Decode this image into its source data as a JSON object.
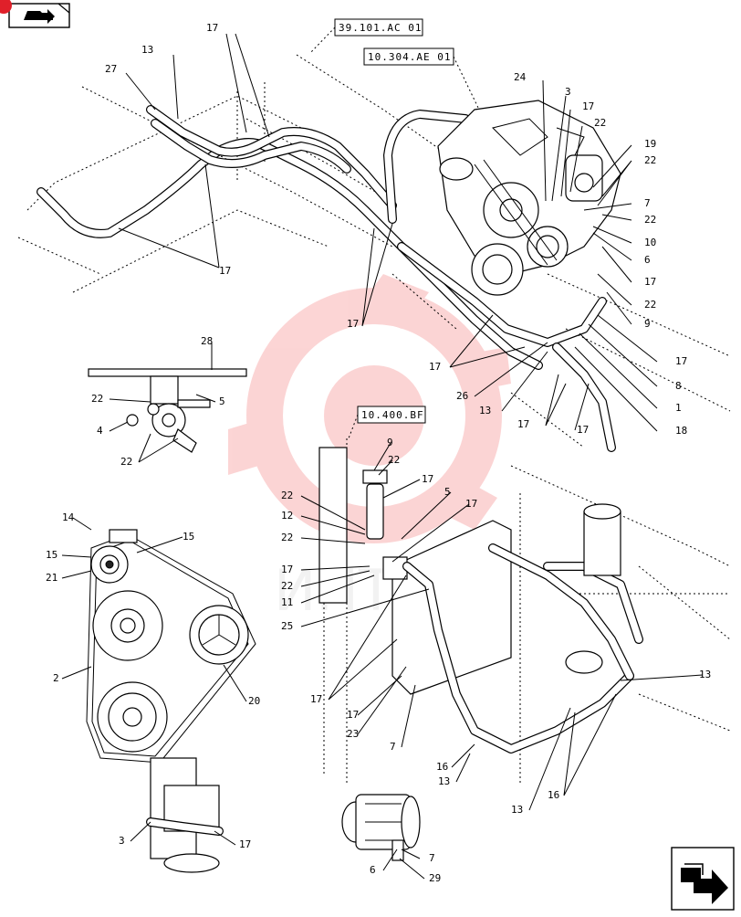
{
  "refs": {
    "r1": "39.101.AC 01",
    "r2": "10.304.AE 01",
    "r3": "10.400.BF"
  },
  "callouts": {
    "c17a": "17",
    "c13a": "13",
    "c27": "27",
    "c17b": "17",
    "c17c": "17",
    "c24": "24",
    "c3a": "3",
    "c17d": "17",
    "c22a": "22",
    "c19": "19",
    "c22b": "22",
    "c7a": "7",
    "c22c": "22",
    "c10": "10",
    "c6a": "6",
    "c17e": "17",
    "c22d": "22",
    "c9a": "9",
    "c17f": "17",
    "c8": "8",
    "c1": "1",
    "c18": "18",
    "c17g": "17",
    "c17h": "17",
    "c13b": "13",
    "c26": "26",
    "c17i": "17",
    "c28": "28",
    "c22e": "22",
    "c5a": "5",
    "c4": "4",
    "c22f": "22",
    "c9b": "9",
    "c22g": "22",
    "c17j": "17",
    "c22h": "22",
    "c5b": "5",
    "c12": "12",
    "c17k": "17",
    "c22i": "22",
    "c17l": "17",
    "c22j": "22",
    "c11": "11",
    "c25": "25",
    "c17m": "17",
    "c17n": "17",
    "c23": "23",
    "c7b": "7",
    "c16a": "16",
    "c13c": "13",
    "c13d": "13",
    "c13e": "13",
    "c16b": "16",
    "c14": "14",
    "c15a": "15",
    "c15b": "15",
    "c21": "21",
    "c2": "2",
    "c20": "20",
    "c3b": "3",
    "c17o": "17",
    "c7c": "7",
    "c6b": "6",
    "c29": "29"
  },
  "icons": {
    "top_left": "book-arrow-icon",
    "bottom_right": "next-page-arrow-icon"
  },
  "colors": {
    "line": "#000000",
    "watermark": "#f04040",
    "badge": "#e0202a"
  }
}
